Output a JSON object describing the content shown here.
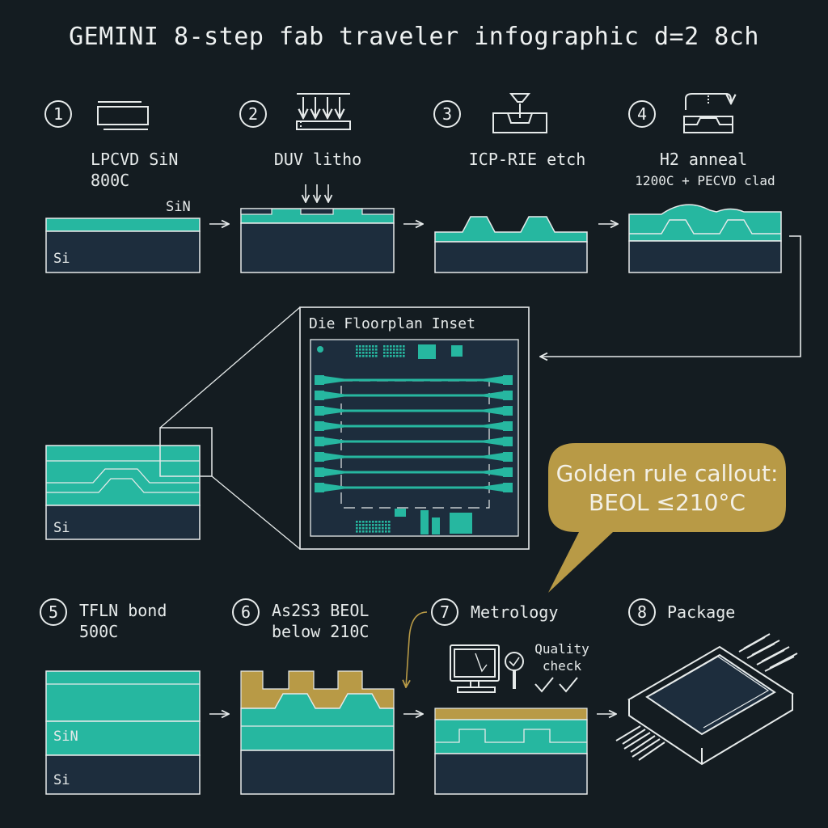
{
  "title": "GEMINI 8-step fab traveler infographic d=2 8ch",
  "steps": [
    {
      "num": "1",
      "label": "LPCVD SiN\n800C"
    },
    {
      "num": "2",
      "label": "DUV litho"
    },
    {
      "num": "3",
      "label": "ICP-RIE etch"
    },
    {
      "num": "4",
      "label": "H2 anneal",
      "sublabel": "1200C + PECVD clad"
    },
    {
      "num": "5",
      "label": "TFLN bond\n500C"
    },
    {
      "num": "6",
      "label": "As2S3 BEOL\nbelow 210C"
    },
    {
      "num": "7",
      "label": "Metrology"
    },
    {
      "num": "8",
      "label": "Package"
    }
  ],
  "layer_labels": {
    "sin": "SiN",
    "si": "Si"
  },
  "inset": {
    "title": "Die Floorplan Inset",
    "channels": 8
  },
  "callout": {
    "text": "Golden rule callout:\nBEOL ≤210°C"
  },
  "quality_check": "Quality\ncheck",
  "colors": {
    "background": "#141c21",
    "teal": "#26b7a0",
    "substrate": "#1d2d3d",
    "gold": "#b89a46",
    "line": "#e6eaea"
  }
}
